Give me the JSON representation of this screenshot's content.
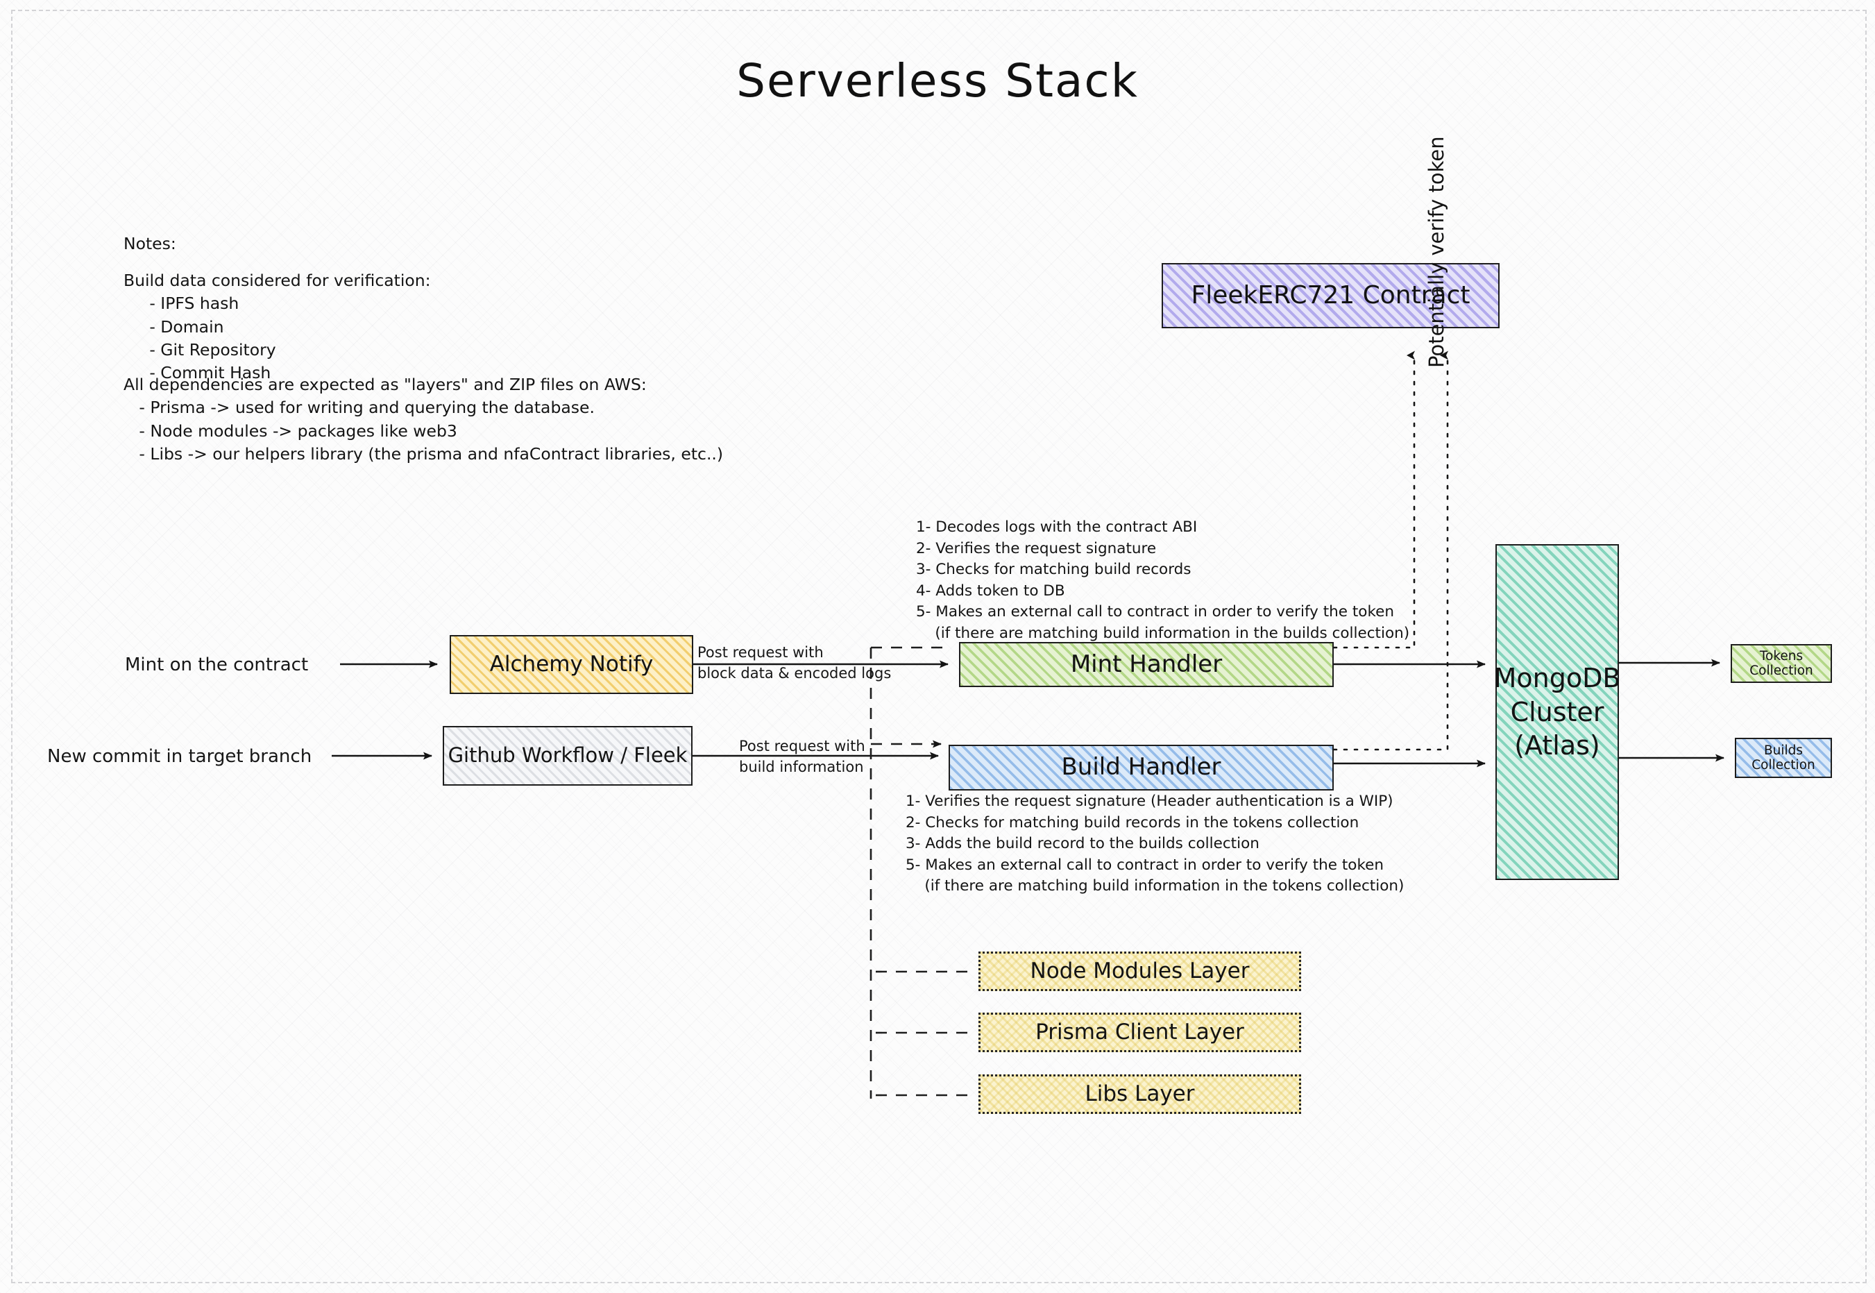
{
  "title": "Serverless Stack",
  "notes": {
    "heading": "Notes:",
    "block1": "Build data considered for verification:\n     - IPFS hash\n     - Domain\n     - Git Repository\n     - Commit Hash",
    "block2": "All dependencies are expected as \"layers\" and ZIP files on AWS:\n   - Prisma -> used for writing and querying the database.\n   - Node modules -> packages like web3\n   - Libs -> our helpers library (the prisma and nfaContract libraries, etc..)"
  },
  "nodes": {
    "alchemy": "Alchemy Notify",
    "github": "Github Workflow / Fleek",
    "contract": "FleekERC721 Contract",
    "mint_handler": "Mint Handler",
    "build_handler": "Build Handler",
    "mongo": "MongoDB\nCluster\n(Atlas)",
    "tokens_collection": "Tokens\nCollection",
    "builds_collection": "Builds\nCollection",
    "layer_node_modules": "Node Modules Layer",
    "layer_prisma": "Prisma Client Layer",
    "layer_libs": "Libs Layer"
  },
  "edges": {
    "mint_trigger": "Mint on the contract",
    "commit_trigger": "New commit in target branch",
    "mint_post": "Post request with\nblock data & encoded logs",
    "build_post": "Post request with\nbuild information",
    "verify_token": "Potentially verify token"
  },
  "steps": {
    "mint": "1- Decodes logs with the contract ABI\n2- Verifies the request signature\n3- Checks for matching build records\n4- Adds token to DB\n5- Makes an external call to contract in order to verify the token\n    (if there are matching build information in the builds collection)",
    "build": "1- Verifies the request signature (Header authentication is a WIP)\n2- Checks for matching build records in the tokens collection\n3- Adds the build record to the builds collection\n5- Makes an external call to contract in order to verify the token\n    (if there are matching build information in the tokens collection)"
  },
  "colors": {
    "yellow": "#fdf0c7",
    "gray": "#f6f7f9",
    "purple": "#e5e2f9",
    "green": "#e6f2d2",
    "blue": "#dceaf9",
    "teal": "#dbf3ea",
    "layer": "#fbf3cf",
    "stroke": "#1d1d1d",
    "background": "#fcfcfc"
  }
}
